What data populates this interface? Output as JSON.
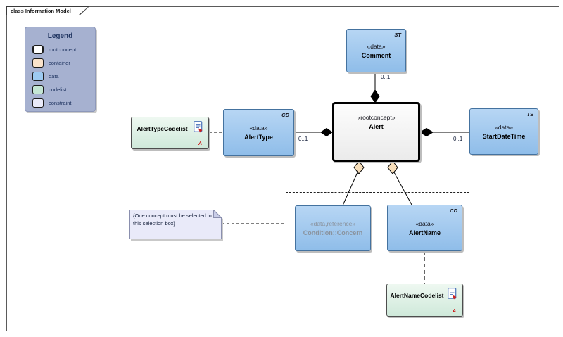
{
  "frame": {
    "tab_label": "class Information Model"
  },
  "legend": {
    "title": "Legend",
    "items": [
      {
        "label": "rootconcept",
        "color": "#ffffff"
      },
      {
        "label": "container",
        "color": "#f9e2ca"
      },
      {
        "label": "data",
        "color": "#9dcaf1"
      },
      {
        "label": "codelist",
        "color": "#c3e5d3"
      },
      {
        "label": "constraint",
        "color": "#e9eaf9"
      }
    ]
  },
  "nodes": {
    "comment": {
      "tag": "ST",
      "stereotype": "«data»",
      "name": "Comment"
    },
    "alert": {
      "stereotype": "«rootconcept»",
      "name": "Alert"
    },
    "alert_type": {
      "tag": "CD",
      "stereotype": "«data»",
      "name": "AlertType"
    },
    "start_date_time": {
      "tag": "TS",
      "stereotype": "«data»",
      "name": "StartDateTime"
    },
    "condition_concern": {
      "stereotype": "«data,reference»",
      "name": "Condition::Concern"
    },
    "alert_name": {
      "tag": "CD",
      "stereotype": "«data»",
      "name": "AlertName"
    },
    "alert_type_codelist": {
      "name": "AlertTypeCodelist",
      "marker": "A"
    },
    "alert_name_codelist": {
      "name": "AlertNameCodelist",
      "marker": "A"
    }
  },
  "note": {
    "text": "{One concept must be selected in this selection box}"
  },
  "multiplicities": {
    "comment": "0..1",
    "alert_type": "0..1",
    "start_date_time": "0..1"
  },
  "colors": {
    "data_fill_top": "#b7d6f4",
    "data_fill_bottom": "#8fbde9",
    "data_border": "#44729f",
    "codelist_fill_bottom": "#cfe9da",
    "codelist_border": "#4d4d4d",
    "rootconcept_border": "#000000",
    "constraint_fill": "#e9eaf9",
    "legend_bg": "#a6b1d0",
    "composition_diamond": "#000000",
    "aggregation_diamond": "#f6ddb9",
    "marker_red": "#cc0000"
  }
}
